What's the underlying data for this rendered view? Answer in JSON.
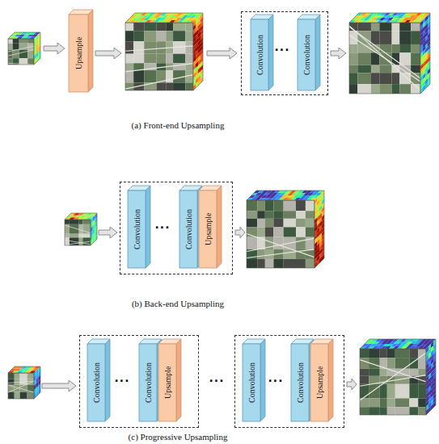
{
  "diagram": {
    "nodes": [
      {
        "text": [
          "Upsample"
        ]
      },
      {
        "text": []
      },
      {
        "text": [
          "Convolution"
        ],
        "in": 1
      },
      {
        "text": [
          "Convolution"
        ],
        "in": 1
      },
      {
        "text": []
      },
      {
        "text": [
          "Convolution"
        ],
        "in": 4
      },
      {
        "text": [
          "Convolution"
        ],
        "in": 4
      },
      {
        "text": [
          "Upsample"
        ],
        "in": 4
      },
      {
        "text": []
      },
      {
        "text": [
          "Convolution"
        ],
        "in": 8
      },
      {
        "text": [
          "Convolution"
        ],
        "in": 8
      },
      {
        "text": [
          "Upsample"
        ],
        "in": 8
      },
      {
        "text": []
      },
      {
        "text": [
          "Convolution"
        ],
        "in": 12
      },
      {
        "text": [
          "Convolution"
        ],
        "in": 12
      },
      {
        "text": [
          "Upsample"
        ],
        "in": 12
      }
    ],
    "labels": [
      "···",
      "(a) Front-end Upsampling",
      "···",
      "(b) Back-end Upsampling",
      "···",
      "···",
      "···",
      "(c) Progressive Upsampling"
    ]
  }
}
